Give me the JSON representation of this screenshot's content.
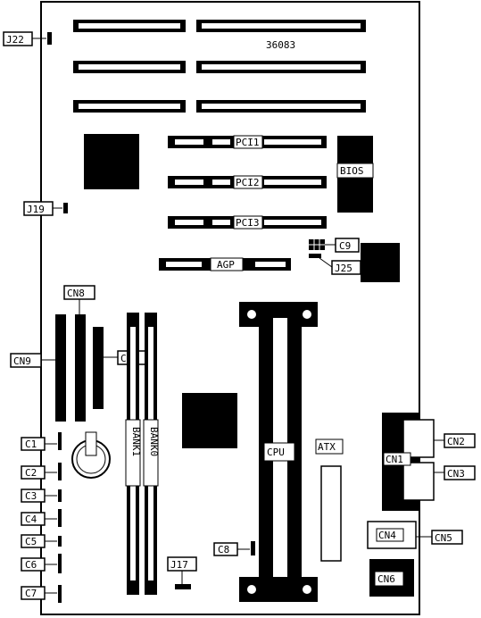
{
  "board": {
    "model_number": "36083"
  },
  "labels": {
    "j22": "J22",
    "j19": "J19",
    "j25": "J25",
    "j17": "J17",
    "pci1": "PCI1",
    "pci2": "PCI2",
    "pci3": "PCI3",
    "bios": "BIOS",
    "agp": "AGP",
    "c9": "C9",
    "cn8": "CN8",
    "cn9": "CN9",
    "cn7": "CN7",
    "bank1": "BANK1",
    "bank0": "BANK0",
    "cpu": "CPU",
    "atx": "ATX",
    "c1": "C1",
    "c2": "C2",
    "c3": "C3",
    "c4": "C4",
    "c5": "C5",
    "c6": "C6",
    "c7": "C7",
    "c8": "C8",
    "cn1": "CN1",
    "cn2": "CN2",
    "cn3": "CN3",
    "cn4": "CN4",
    "cn5": "CN5",
    "cn6": "CN6"
  }
}
